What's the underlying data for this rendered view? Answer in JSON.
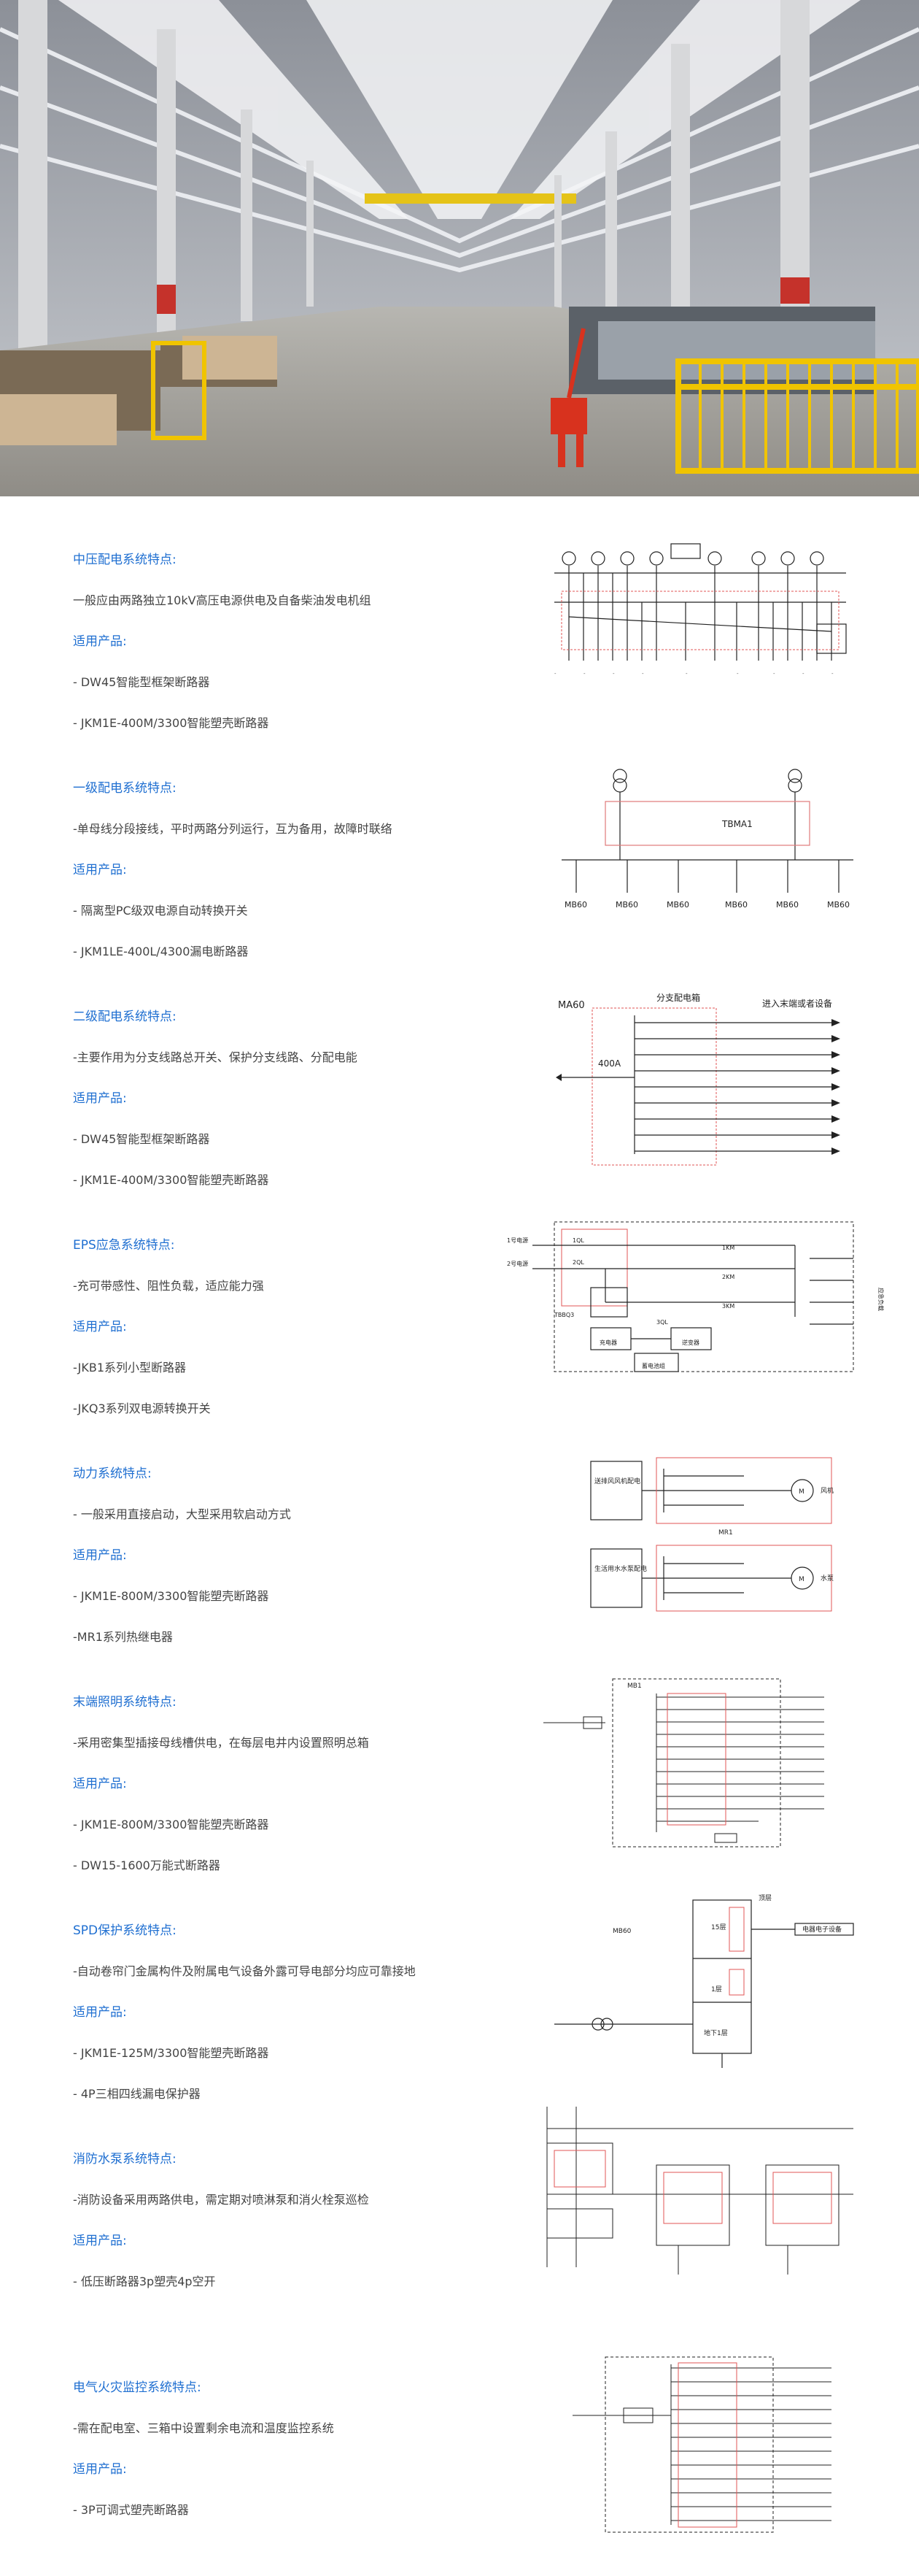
{
  "sections": [
    {
      "title": "中压配电系统特点:",
      "desc": "一般应由两路独立10kV高压电源供电及自备柴油发电机组",
      "products_label": "适用产品:",
      "products": [
        "- DW45智能型框架断路器",
        "- JKM1E-400M/3300智能塑壳断路器"
      ]
    },
    {
      "title": "一级配电系统特点:",
      "desc": "-单母线分段接线，平时两路分列运行，互为备用，故障时联络",
      "products_label": "适用产品:",
      "products": [
        "- 隔离型PC级双电源自动转换开关",
        "- JKM1LE-400L/4300漏电断路器"
      ],
      "diagram_labels": {
        "bus": "TBMA1",
        "breakers": [
          "MB60",
          "MB60",
          "MB60",
          "MB60",
          "MB60",
          "MB60"
        ]
      }
    },
    {
      "title": "二级配电系统特点:",
      "desc": "-主要作用为分支线路总开关、保护分支线路、分配电能",
      "products_label": "适用产品:",
      "products": [
        "- DW45智能型框架断路器",
        "- JKM1E-400M/3300智能塑壳断路器"
      ],
      "diagram_labels": {
        "panel": "MA60",
        "box": "分支配电箱",
        "out": "进入末端或者设备",
        "rating": "400A"
      }
    },
    {
      "title": "EPS应急系统特点:",
      "desc": "-充可带感性、阻性负载，适应能力强",
      "products_label": "适用产品:",
      "products": [
        "-JKB1系列小型断路器",
        "-JKQ3系列双电源转换开关"
      ],
      "diagram_labels": {
        "in1": "1号电源",
        "in2": "2号电源",
        "q1": "1QL",
        "q2": "2QL",
        "q3": "3QL",
        "km1": "1KM",
        "km2": "2KM",
        "km3": "3KM",
        "ats": "TBBQ3",
        "charger": "充电器",
        "inverter": "逆变器",
        "battery": "蓄电池组",
        "load": "应急负载"
      }
    },
    {
      "title": "动力系统特点:",
      "desc": "- 一般采用直接启动，大型采用软启动方式",
      "products_label": "适用产品:",
      "products": [
        "- JKM1E-800M/3300智能塑壳断路器",
        "-MR1系列热继电器"
      ],
      "diagram_labels": {
        "box1": "送排风风机配电",
        "box2": "生活用水水泵配电",
        "m1": "风机",
        "m2": "水泵",
        "mid": "MR1",
        "motor": "M"
      }
    },
    {
      "title": "末端照明系统特点:",
      "desc": "-采用密集型插接母线槽供电，在每层电井内设置照明总箱",
      "products_label": "适用产品:",
      "products": [
        "- JKM1E-800M/3300智能塑壳断路器",
        "- DW15-1600万能式断路器"
      ],
      "diagram_labels": {
        "panel": "MB1"
      }
    },
    {
      "title": "SPD保护系统特点:",
      "desc": "-自动卷帘门金属构件及附属电气设备外露可导电部分均应可靠接地",
      "products_label": "适用产品:",
      "products": [
        "- JKM1E-125M/3300智能塑壳断路器",
        "- 4P三相四线漏电保护器"
      ],
      "diagram_labels": {
        "panel": "MB60",
        "top": "顶层",
        "layer15": "15层",
        "layer1": "1层",
        "basement": "地下1层",
        "device": "电器电子设备"
      }
    },
    {
      "title": "消防水泵系统特点:",
      "desc": "-消防设备采用两路供电，需定期对喷淋泵和消火栓泵巡检",
      "products_label": "适用产品:",
      "products": [
        "- 低压断路器3p塑壳4p空开"
      ]
    },
    {
      "title": "电气火灾监控系统特点:",
      "desc": "-需在配电室、三箱中设置剩余电流和温度监控系统",
      "products_label": "适用产品:",
      "products": [
        "- 3P可调式塑壳断路器"
      ]
    }
  ]
}
